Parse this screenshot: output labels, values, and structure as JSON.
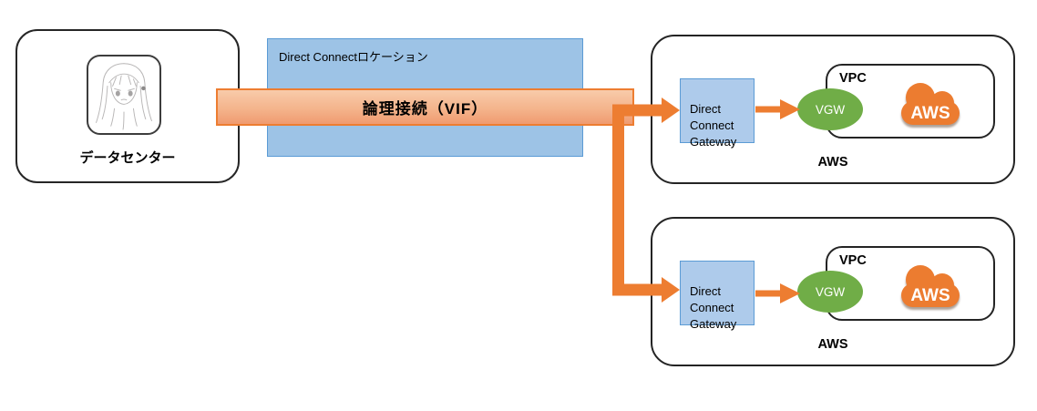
{
  "diagram": {
    "datacenter": {
      "label": "データセンター",
      "icon": "anime-girl-sketch-icon"
    },
    "dc_location": {
      "label": "Direct Connectロケーション"
    },
    "vif": {
      "label": "論理接続（VIF）"
    },
    "aws_groups": [
      {
        "name": "AWS",
        "gateway_label": "Direct\nConnect\nGateway",
        "vgw_label": "VGW",
        "vpc_label": "VPC",
        "cloud_label": "AWS",
        "cloud_icon": "aws-cloud-icon"
      },
      {
        "name": "AWS",
        "gateway_label": "Direct\nConnect\nGateway",
        "vgw_label": "VGW",
        "vpc_label": "VPC",
        "cloud_label": "AWS",
        "cloud_icon": "aws-cloud-icon"
      }
    ],
    "colors": {
      "connector_orange": "#ED7D31",
      "vif_bar_fill_top": "#F8CBAA",
      "vif_bar_fill_bottom": "#F09B70",
      "location_blue_fill": "#9DC3E6",
      "gateway_blue_fill": "#AECBEB",
      "blue_border": "#5B9BD5",
      "vgw_green": "#70AD47",
      "cloud_orange": "#EC7C30"
    }
  }
}
